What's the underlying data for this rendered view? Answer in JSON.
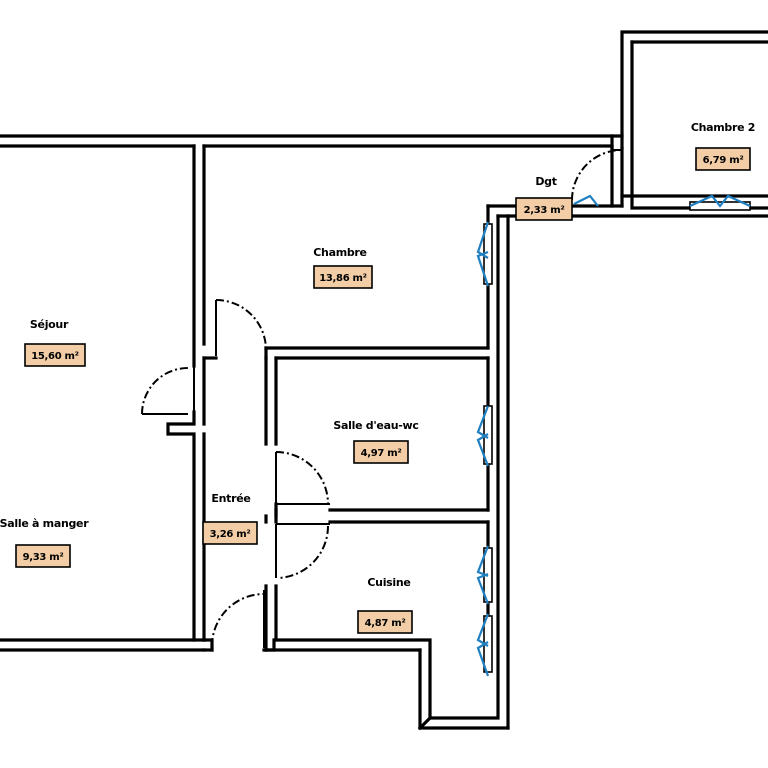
{
  "rooms": [
    {
      "id": "sejour",
      "name": "Séjour",
      "area": "15,60 m²"
    },
    {
      "id": "salle-a-manger",
      "name": "Salle à manger",
      "area": "9,33 m²"
    },
    {
      "id": "chambre",
      "name": "Chambre",
      "area": "13,86 m²"
    },
    {
      "id": "chambre-2",
      "name": "Chambre 2",
      "area": "6,79 m²"
    },
    {
      "id": "dgt",
      "name": "Dgt",
      "area": "2,33 m²"
    },
    {
      "id": "salle-d-eau",
      "name": "Salle d'eau-wc",
      "area": "4,97 m²"
    },
    {
      "id": "entree",
      "name": "Entrée",
      "area": "3,26 m²"
    },
    {
      "id": "cuisine",
      "name": "Cuisine",
      "area": "4,87 m²"
    }
  ],
  "colors": {
    "area_fill": "#f2cda6",
    "window": "#1f7fc1",
    "wall": "#000000"
  }
}
